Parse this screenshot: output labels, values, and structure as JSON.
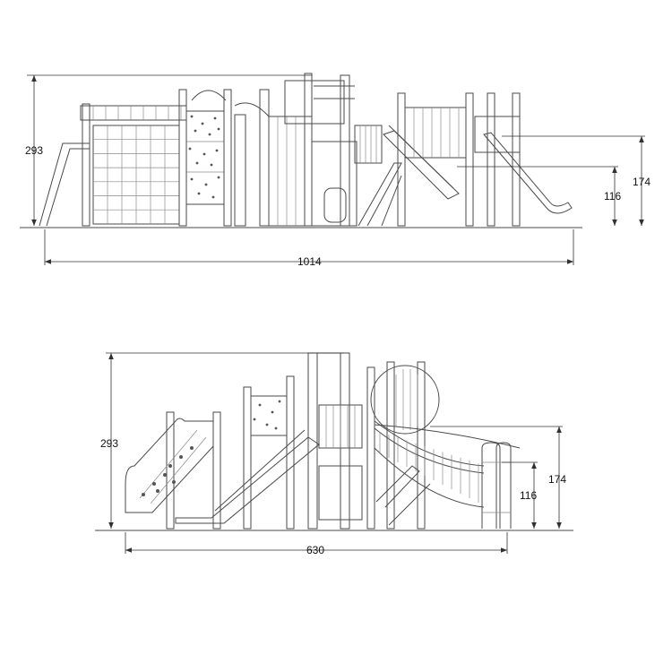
{
  "elevation_front": {
    "height_overall": "293",
    "height_deck_high": "174",
    "height_deck_low": "116",
    "width_overall": "1014"
  },
  "elevation_side": {
    "height_overall": "293",
    "height_deck_high": "174",
    "height_deck_low": "116",
    "width_overall": "630"
  }
}
